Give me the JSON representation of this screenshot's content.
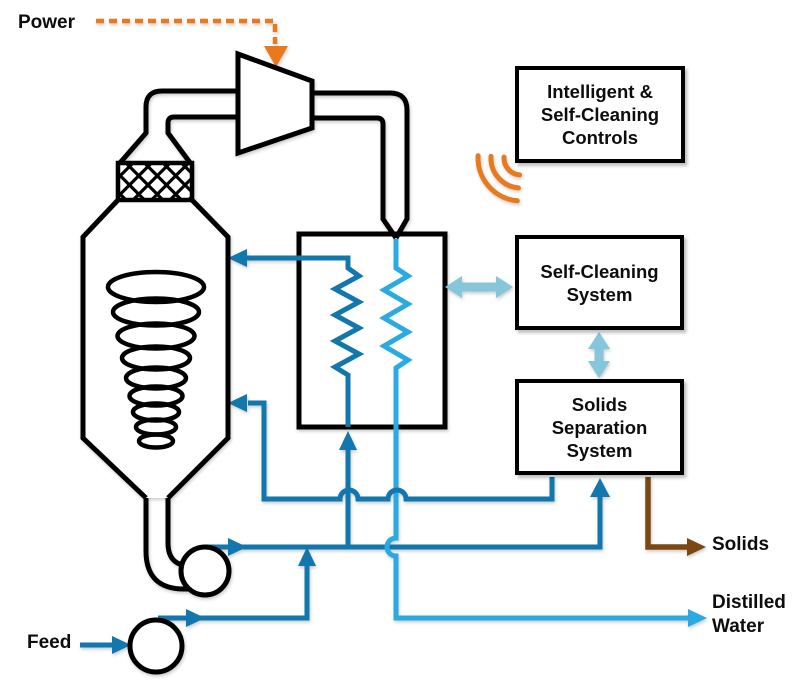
{
  "labels": {
    "power": "Power",
    "feed": "Feed",
    "solids": "Solids",
    "distilled_water": [
      "Distilled",
      "Water"
    ]
  },
  "boxes": {
    "controls": {
      "lines": [
        "Intelligent &",
        "Self-Cleaning",
        "Controls"
      ]
    },
    "self_cleaning": {
      "lines": [
        "Self-Cleaning",
        "System"
      ]
    },
    "solids_separation": {
      "lines": [
        "Solids",
        "Separation",
        "System"
      ]
    }
  },
  "icons": {
    "wireless_signal": "wifi-arcs-icon",
    "power_input": "orange-dashed-arrow-icon",
    "control_links": "teal-double-arrow-icon"
  },
  "colors": {
    "dark_blue": "#1177AD",
    "light_blue": "#29ABE2",
    "teal": "#85C6DA",
    "orange": "#E8791D",
    "brown": "#7B4713",
    "line_black": "#000000",
    "background": "#FFFFFF",
    "text": "#0D0D0D"
  }
}
